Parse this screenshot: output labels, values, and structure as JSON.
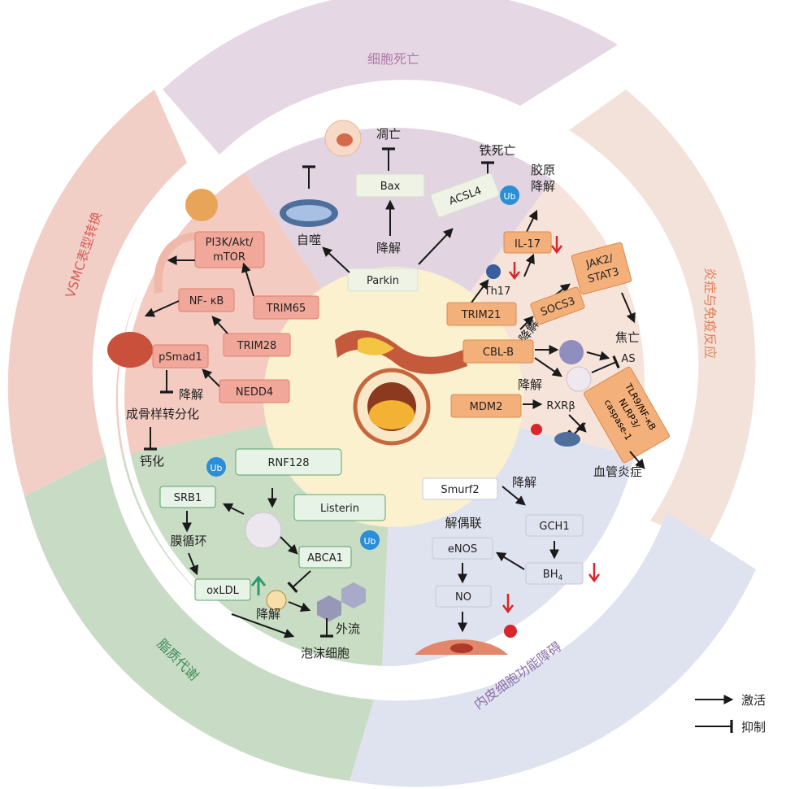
{
  "sections": {
    "top": "细胞死亡",
    "right": "炎症与免疫反应",
    "bottom": "内皮细胞功能障碍",
    "left_bottom": "脂质代谢",
    "left": "VSMC表型转换"
  },
  "death": {
    "autophagy": "自噬",
    "apoptosis": "凋亡",
    "ferroptosis": "铁死亡",
    "degrade": "降解",
    "bax": "Bax",
    "acsl4": "ACSL4",
    "parkin": "Parkin",
    "ub": "Ub"
  },
  "vsmc": {
    "pi3k_1": "PI3K/Akt/",
    "pi3k_2": "mTOR",
    "nfkb": "NF- κB",
    "psmad": "pSmad1",
    "trim65": "TRIM65",
    "trim28": "TRIM28",
    "nedd4": "NEDD4",
    "degrade": "降解",
    "osteo": "成骨样转分化",
    "calc": "钙化"
  },
  "inflam": {
    "collagen_1": "胶原",
    "collagen_2": "降解",
    "il17": "IL-17",
    "th17": "Th17",
    "trim21": "TRIM21",
    "jak_1": "JAK2/",
    "jak_2": "STAT3",
    "socs3": "SOCS3",
    "degrade1": "降解",
    "pyro": "焦亡",
    "cblb": "CBL-B",
    "as": "AS",
    "degrade2": "降解",
    "mdm2": "MDM2",
    "rxrb": "RXRβ",
    "tlr_1": "TLR9/NF-κB",
    "tlr_2": "NLRP3/",
    "tlr_3": "caspase-1",
    "vasc": "血管炎症"
  },
  "lipid": {
    "rnf128": "RNF128",
    "srb1": "SRB1",
    "listerin": "Listerin",
    "membrane": "膜循环",
    "abca1": "ABCA1",
    "oxldl": "oxLDL",
    "degrade": "降解",
    "efflux": "外流",
    "foam": "泡沫细胞",
    "ub": "Ub"
  },
  "endo": {
    "smurf2": "Smurf2",
    "degrade": "降解",
    "gch1": "GCH1",
    "uncoupling": "解偶联",
    "enos": "eNOS",
    "bh4": "BH",
    "bh4_sub": "4",
    "no": "NO"
  },
  "legend": {
    "activate": "激活",
    "inhibit": "抑制"
  },
  "colors": {
    "top_ring": "#e4d6e2",
    "right_ring": "#f3e0d8",
    "bottom_ring": "#dfe2ef",
    "lipid_ring": "#c9dcc6",
    "vsmc_ring": "#f2cfc6",
    "orange_box": "#f4b07a",
    "red_box": "#f1a89a",
    "green_box": "#e6f3e6"
  }
}
